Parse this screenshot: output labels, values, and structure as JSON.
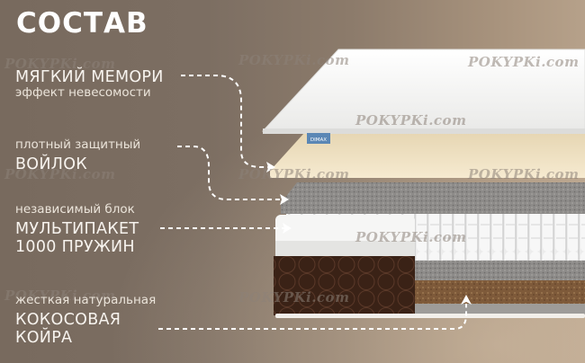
{
  "title": "СОСТАВ",
  "layers": [
    {
      "subtitle": "",
      "name": "МЯГКИЙ МЕМОРИ",
      "caption": "эффект невесомости"
    },
    {
      "subtitle": "плотный защитный",
      "name": "ВОЙЛОК"
    },
    {
      "subtitle": "независимый блок",
      "name_line1": "МУЛЬТИПАКЕТ",
      "name_line2": "1000 ПРУЖИН"
    },
    {
      "subtitle": "жесткая натуральная",
      "name_line1": "КОКОСОВАЯ",
      "name_line2": "КОЙРА"
    }
  ],
  "brand_tag": "DIMAX",
  "watermark": "POKYPKi.com",
  "colors": {
    "background": "#7c6e62",
    "memory_foam": "#f4f4f2",
    "felt": "#efe2bf",
    "spring_felt": "#8a8886",
    "springs": "#e9e9e9",
    "coir": "#7a5536",
    "cover_side": "#3a2216",
    "arrow": "#ffffff"
  }
}
